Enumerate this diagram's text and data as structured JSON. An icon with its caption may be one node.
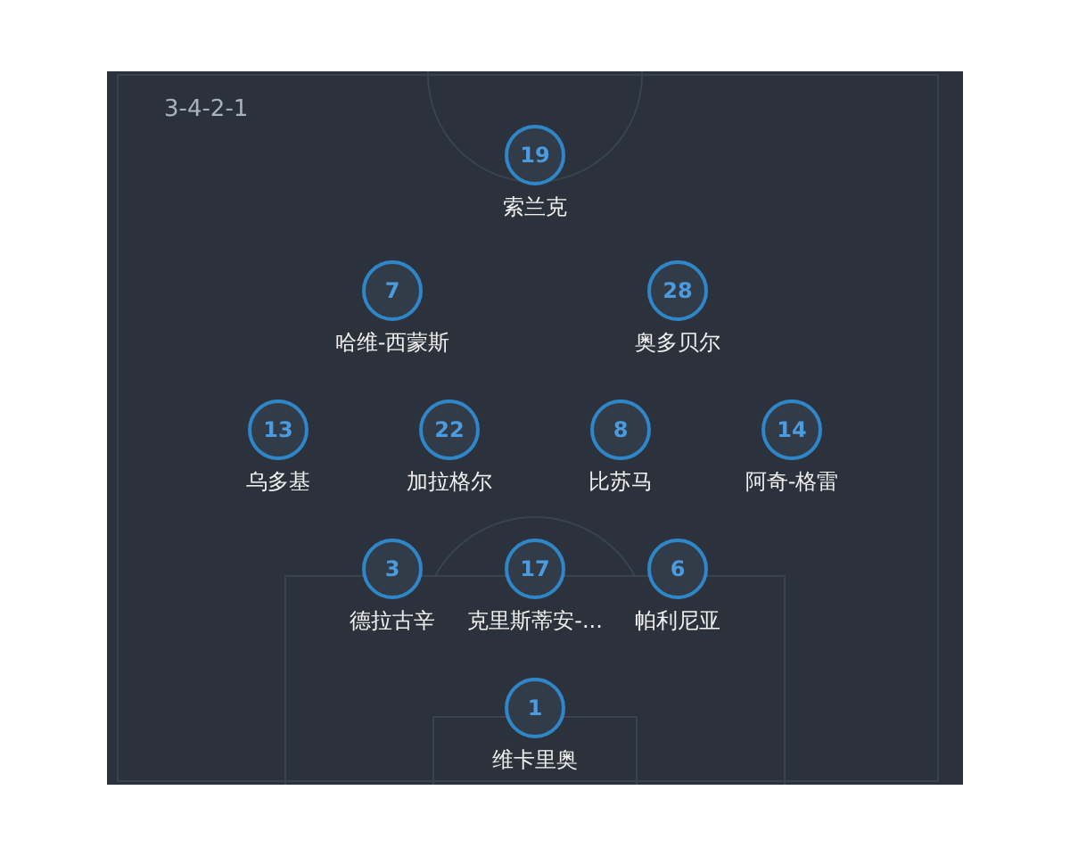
{
  "diagram": {
    "nodes": [
      {
        "text": [
          "19"
        ],
        "beside": [
          "索兰克"
        ]
      },
      {
        "text": [
          "7"
        ],
        "beside": [
          "哈维-西蒙斯"
        ]
      },
      {
        "text": [
          "28"
        ],
        "beside": [
          "奥多贝尔"
        ]
      },
      {
        "text": [
          "13"
        ],
        "beside": [
          "乌多基"
        ]
      },
      {
        "text": [
          "22"
        ],
        "beside": [
          "加拉格尔"
        ]
      },
      {
        "text": [
          "8"
        ],
        "beside": [
          "比苏马"
        ]
      },
      {
        "text": [
          "14"
        ],
        "beside": [
          "阿奇-格雷"
        ]
      },
      {
        "text": [
          "3"
        ],
        "beside": [
          "德拉古辛"
        ]
      },
      {
        "text": [
          "17"
        ],
        "beside": [
          "克里斯蒂安-..."
        ]
      },
      {
        "text": [
          "6"
        ],
        "beside": [
          "帕利尼亚"
        ]
      },
      {
        "text": [
          "1"
        ],
        "beside": [
          "维卡里奥"
        ]
      }
    ],
    "labels": [
      "3-4-2-1"
    ]
  }
}
